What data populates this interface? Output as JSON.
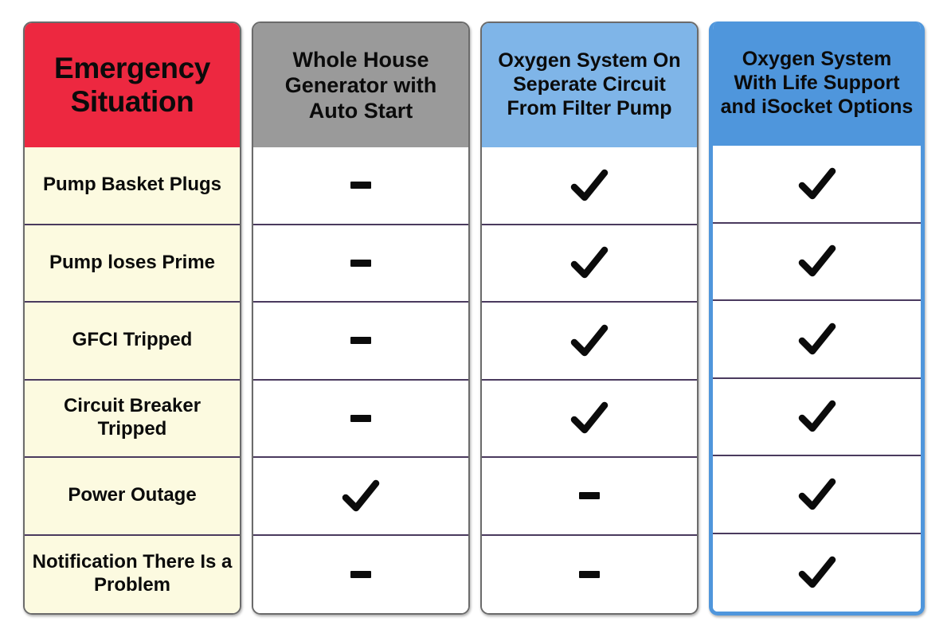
{
  "table": {
    "columns": [
      {
        "key": "situation",
        "header": "Emergency Situation",
        "accent": "#ED2840"
      },
      {
        "key": "generator",
        "header": "Whole House Generator with Auto Start",
        "accent": "#9A9A9A"
      },
      {
        "key": "oxygen",
        "header": "Oxygen System On Seperate Circuit From Filter Pump",
        "accent": "#7FB5E8"
      },
      {
        "key": "oxygen_life_support",
        "header": "Oxygen System With Life Support and iSocket Options",
        "accent": "#4F96DC"
      }
    ],
    "rows": [
      {
        "situation": "Pump Basket Plugs",
        "generator": "dash",
        "oxygen": "check",
        "oxygen_life_support": "check"
      },
      {
        "situation": "Pump loses Prime",
        "generator": "dash",
        "oxygen": "check",
        "oxygen_life_support": "check"
      },
      {
        "situation": "GFCI Tripped",
        "generator": "dash",
        "oxygen": "check",
        "oxygen_life_support": "check"
      },
      {
        "situation": "Circuit Breaker Tripped",
        "generator": "dash",
        "oxygen": "check",
        "oxygen_life_support": "check"
      },
      {
        "situation": "Power Outage",
        "generator": "check",
        "oxygen": "dash",
        "oxygen_life_support": "check"
      },
      {
        "situation": "Notification There Is a Problem",
        "generator": "dash",
        "oxygen": "dash",
        "oxygen_life_support": "check"
      }
    ],
    "headers": {
      "situation": "Emergency Situation",
      "generator": "Whole House Generator with Auto Start",
      "oxygen": "Oxygen System On Seperate Circuit From Filter Pump",
      "oxygen_life_support": "Oxygen System With Life Support and iSocket Options"
    },
    "row_labels": [
      "Pump Basket Plugs",
      "Pump loses Prime",
      "GFCI Tripped",
      "Circuit Breaker Tripped",
      "Power Outage",
      "Notification There Is a Problem"
    ],
    "marks": {
      "check": "check-mark",
      "dash": "dash-mark"
    },
    "colors": {
      "situation_header_bg": "#ED2840",
      "situation_cell_bg": "#FCFAE0",
      "generator_header_bg": "#9A9A9A",
      "oxygen_header_bg": "#7FB5E8",
      "oxygen_ls_header_bg": "#4F96DC",
      "divider": "#4a3a5e",
      "frame": "#6b6b6b",
      "highlight_frame": "#4F96DC",
      "text": "#0b0b0b",
      "page_bg": "#ffffff"
    }
  }
}
